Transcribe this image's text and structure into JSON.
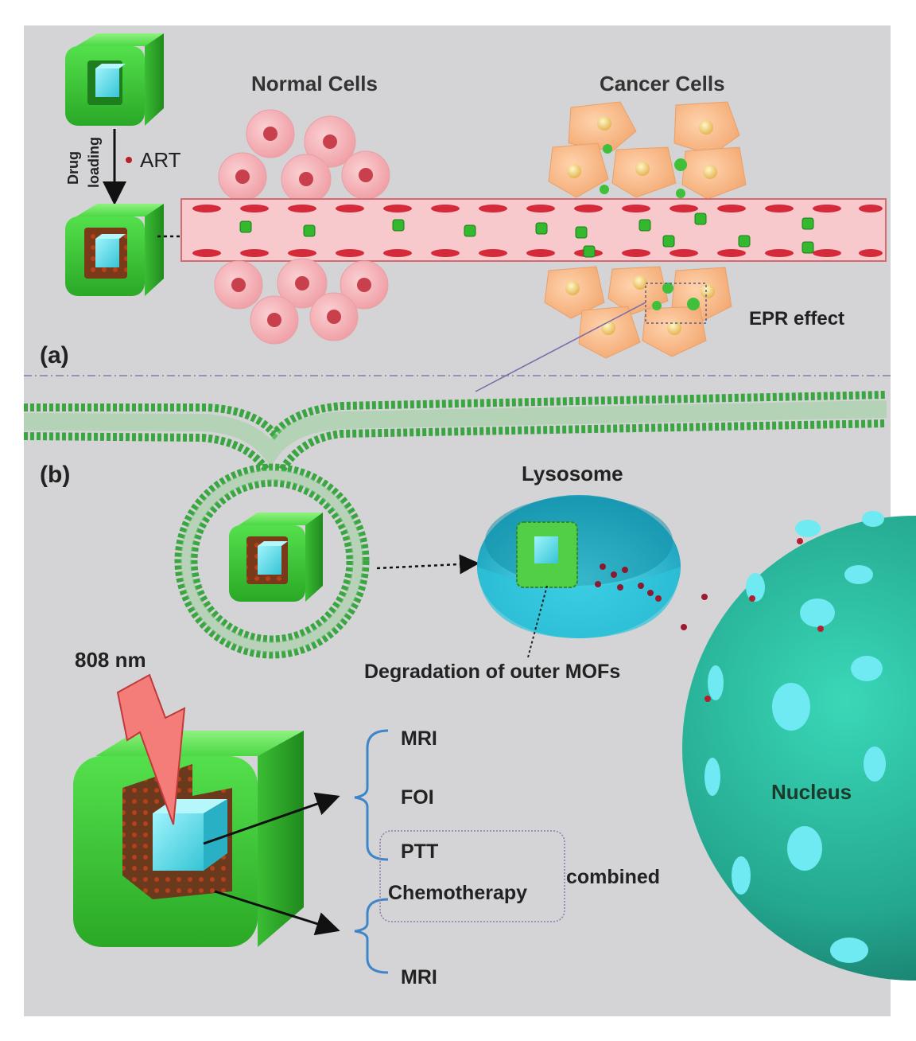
{
  "panels": {
    "a": {
      "label": "(a)",
      "drug_loading": {
        "line1": "Drug",
        "line2": "loading"
      },
      "art_label": "ART",
      "normal_cells_title": "Normal Cells",
      "cancer_cells_title": "Cancer Cells",
      "epr_label": "EPR effect"
    },
    "b": {
      "label": "(b)",
      "lysosome_title": "Lysosome",
      "degradation_label": "Degradation of outer MOFs",
      "laser_label": "808 nm",
      "nucleus_label": "Nucleus",
      "functions_upper": [
        "MRI",
        "FOI",
        "PTT"
      ],
      "functions_lower": [
        "Chemotherapy",
        "MRI"
      ],
      "combined_label": "combined"
    }
  },
  "colors": {
    "background": "#d4d4d6",
    "shell_green": "#3fd43a",
    "core_cyan": "#5ce3f0",
    "vessel_pink": "#f7c9cc",
    "normal_cell": "#f3a8ad",
    "cancer_cell": "#f6b98a",
    "nucleus_teal": "#1f9e8a",
    "drug_dot": "#b8202a",
    "membrane_green": "#39a843"
  }
}
